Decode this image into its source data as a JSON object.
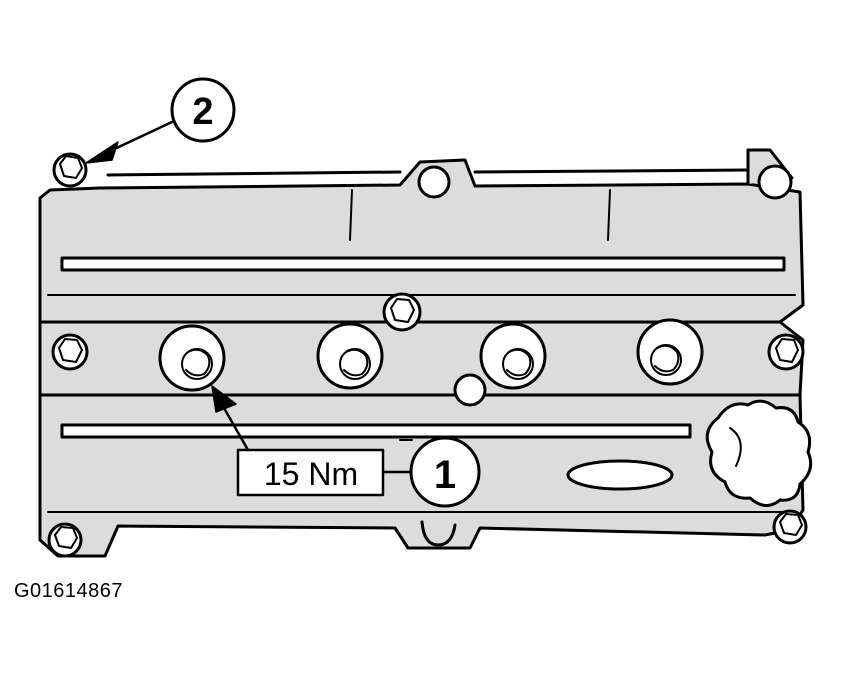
{
  "callouts": {
    "one": "1",
    "two": "2"
  },
  "torque_label": "15 Nm",
  "figure_id": "G01614867",
  "colors": {
    "ink": "#000000",
    "paper": "#ffffff",
    "shade": "#dcdcdc"
  }
}
